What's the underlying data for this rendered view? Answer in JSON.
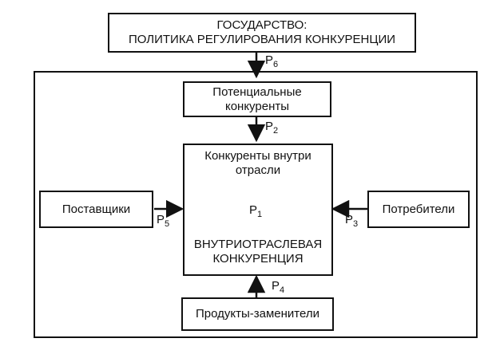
{
  "state": {
    "line1": "ГОСУДАРСТВО:",
    "line2": "ПОЛИТИКА РЕГУЛИРОВАНИЯ КОНКУРЕНЦИИ"
  },
  "potential": {
    "line1": "Потенциальные",
    "line2": "конкуренты"
  },
  "center": {
    "top_line1": "Конкуренты внутри",
    "top_line2": "отрасли",
    "bottom_line1": "ВНУТРИОТРАСЛЕВАЯ",
    "bottom_line2": "КОНКУРЕНЦИЯ"
  },
  "suppliers": "Поставщики",
  "consumers": "Потребители",
  "substitutes": "Продукты-заменители",
  "forces": {
    "p1": {
      "base": "P",
      "sub": "1"
    },
    "p2": {
      "base": "P",
      "sub": "2"
    },
    "p3": {
      "base": "P",
      "sub": "3"
    },
    "p4": {
      "base": "P",
      "sub": "4"
    },
    "p5": {
      "base": "P",
      "sub": "5"
    },
    "p6": {
      "base": "P",
      "sub": "6"
    }
  }
}
